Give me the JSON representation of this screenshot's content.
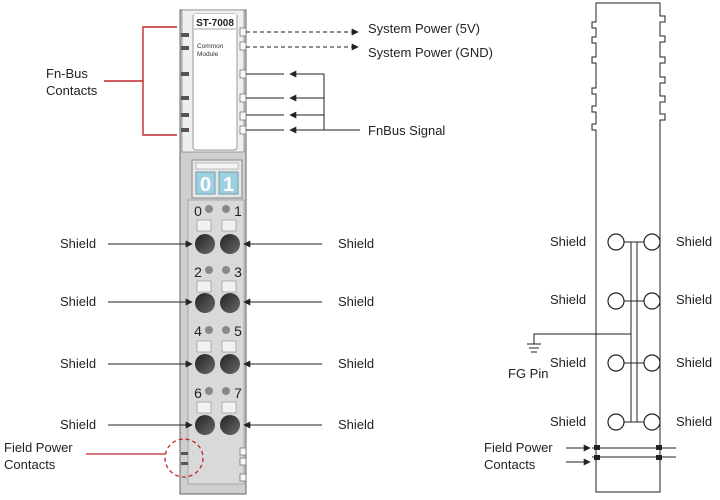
{
  "module": {
    "model": "ST-7008",
    "subtitle_line1": "Common",
    "subtitle_line2": "Module",
    "led_digits": [
      "0",
      "1"
    ],
    "channel_numbers": [
      "0",
      "1",
      "2",
      "3",
      "4",
      "5",
      "6",
      "7"
    ]
  },
  "labels": {
    "fnbus_contacts_line1": "Fn-Bus",
    "fnbus_contacts_line2": "Contacts",
    "system_power_5v": "System Power (5V)",
    "system_power_gnd": "System Power (GND)",
    "fnbus_signal": "FnBus Signal",
    "shield": "Shield",
    "field_power_line1": "Field Power",
    "field_power_line2": "Contacts",
    "fg_pin": "FG Pin"
  },
  "colors": {
    "bracket": "#c0282d",
    "module_body": "#d8d8d8",
    "led_digit_bg": "#9fd0df",
    "text": "#222222"
  }
}
